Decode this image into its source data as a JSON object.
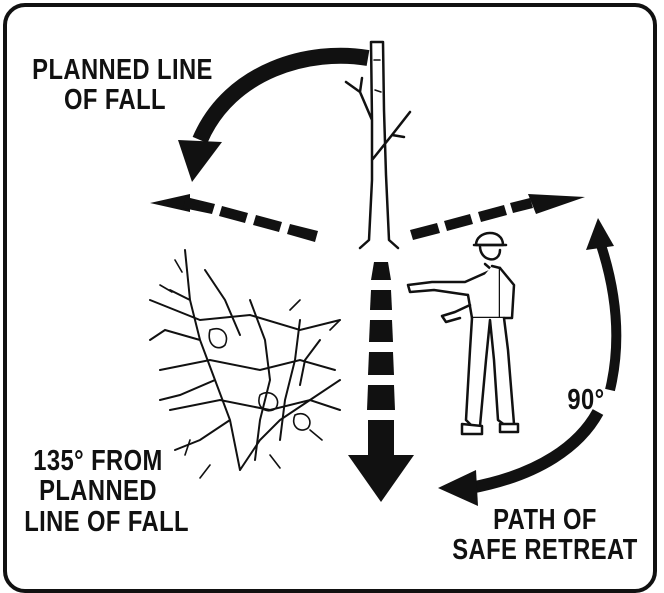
{
  "labels": {
    "planned_line_of_fall": [
      "PLANNED LINE",
      "OF FALL"
    ],
    "angle_90": "90°",
    "angle_135": [
      "135° FROM",
      "PLANNED",
      "LINE OF FALL"
    ],
    "path_of_safe_retreat": [
      "PATH OF",
      "SAFE RETREAT"
    ]
  },
  "colors": {
    "ink": "#111111",
    "background": "#ffffff"
  },
  "icons": [
    "tree-icon",
    "worker-icon",
    "brush-pile-icon"
  ]
}
